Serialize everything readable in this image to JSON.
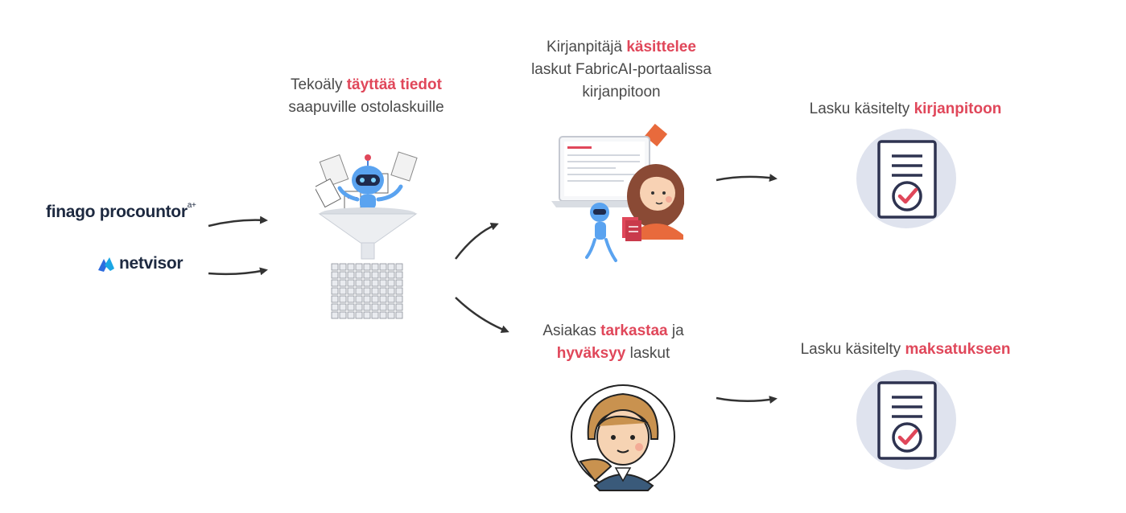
{
  "sources": {
    "finago": {
      "name": "finago procountor",
      "mark": "a+"
    },
    "netvisor": {
      "name": "netvisor"
    }
  },
  "steps": {
    "ai": {
      "before": "Tekoäly ",
      "highlight": "täyttää tiedot",
      "after": "saapuville ostolaskuille"
    },
    "accountant": {
      "before": "Kirjanpitäjä ",
      "highlight": "käsittelee",
      "line2": "laskut FabricAI-portaalissa",
      "line3": "kirjanpitoon"
    },
    "customer": {
      "before": "Asiakas ",
      "highlight": "tarkastaa",
      "after": " ja",
      "highlight2": "hyväksyy",
      "after2": " laskut"
    }
  },
  "results": {
    "bookkeeping": {
      "before": "Lasku käsitelty ",
      "highlight": "kirjanpitoon"
    },
    "payment": {
      "before": "Lasku käsitelty ",
      "highlight": "maksatukseen"
    }
  },
  "colors": {
    "accent": "#e0475a",
    "text": "#4a4a4a",
    "arrow": "#333333",
    "circle": "#dfe3ee",
    "doc_outline": "#2e3350"
  },
  "icons": [
    "arrow-icon",
    "robot-icon",
    "funnel-icon",
    "laptop-icon",
    "woman-avatar-icon",
    "document-check-icon"
  ]
}
